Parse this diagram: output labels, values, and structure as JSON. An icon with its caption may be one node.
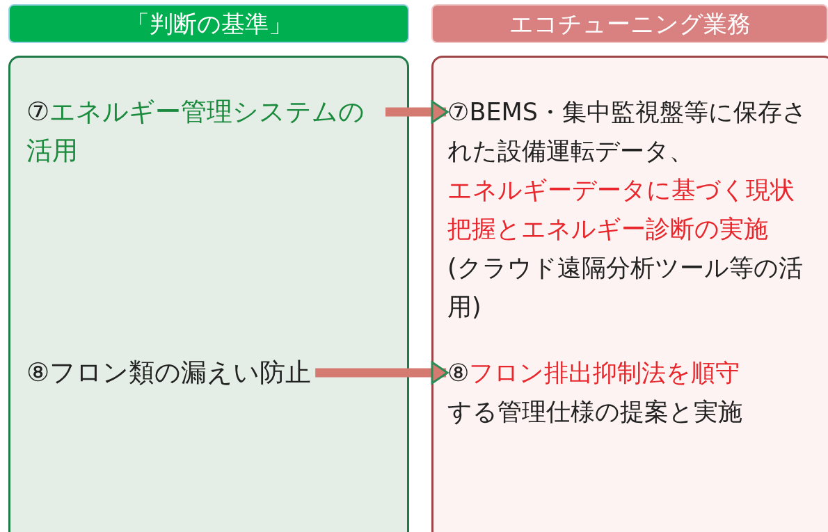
{
  "diagram": {
    "nodes": [
      {
        "text": [
          "「判断の基準」"
        ]
      },
      {
        "text": [
          "エコチューニング業務"
        ]
      },
      {
        "text": [],
        "shape": "box"
      },
      {
        "text": [],
        "shape": "box"
      },
      {
        "text": [
          "⑦",
          "エネルギー管理システムの活用"
        ],
        "in": 2
      },
      {
        "text": [
          "⑧フロン類の漏えい防止"
        ],
        "in": 2
      },
      {
        "text": [
          "⑦BEMS・集中監視盤等に保存された設備運転データ、",
          "エネルギーデータに基づく現状把握とエネルギー診断の実施",
          "(クラウド遠隔分析ツール等の活用)"
        ],
        "in": 3
      },
      {
        "text": [
          "⑧",
          "フロン排出抑制法を順守",
          "する管理仕様の提案と実施"
        ],
        "in": 3
      }
    ],
    "edges": [
      {
        "from": 4,
        "to": 6,
        "arrow": "to"
      },
      {
        "from": 5,
        "to": 7,
        "arrow": "to"
      }
    ]
  }
}
